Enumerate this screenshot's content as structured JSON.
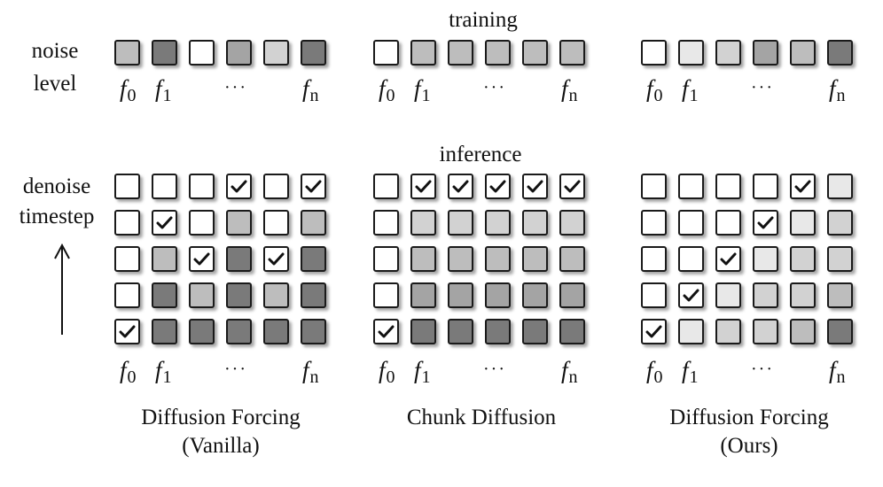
{
  "labels": {
    "noise_level_line1": "noise",
    "noise_level_line2": "level",
    "denoise_line1": "denoise",
    "denoise_line2": "timestep",
    "training": "training",
    "inference": "inference"
  },
  "colors": {
    "white": "#ffffff",
    "light": "#e8e8e8",
    "lightmid": "#d2d2d2",
    "mid": "#bdbdbd",
    "midDark": "#a4a4a4",
    "dark": "#7a7a7a"
  },
  "frame_labels": {
    "first": "f",
    "first_sub": "0",
    "second": "f",
    "second_sub": "1",
    "ellipsis": "···",
    "last": "f",
    "last_sub": "n"
  },
  "panels": [
    {
      "caption_line1": "Diffusion Forcing",
      "caption_line2": "(Vanilla)",
      "training_row": [
        "mid",
        "dark",
        "white",
        "midDark",
        "lightmid",
        "dark"
      ],
      "inference_grid": [
        [
          [
            "white",
            0
          ],
          [
            "white",
            0
          ],
          [
            "white",
            0
          ],
          [
            "white",
            1
          ],
          [
            "white",
            0
          ],
          [
            "white",
            1
          ]
        ],
        [
          [
            "white",
            0
          ],
          [
            "white",
            1
          ],
          [
            "white",
            0
          ],
          [
            "mid",
            0
          ],
          [
            "white",
            0
          ],
          [
            "mid",
            0
          ]
        ],
        [
          [
            "white",
            0
          ],
          [
            "mid",
            0
          ],
          [
            "white",
            1
          ],
          [
            "dark",
            0
          ],
          [
            "white",
            1
          ],
          [
            "dark",
            0
          ]
        ],
        [
          [
            "white",
            0
          ],
          [
            "dark",
            0
          ],
          [
            "mid",
            0
          ],
          [
            "dark",
            0
          ],
          [
            "mid",
            0
          ],
          [
            "dark",
            0
          ]
        ],
        [
          [
            "white",
            1
          ],
          [
            "dark",
            0
          ],
          [
            "dark",
            0
          ],
          [
            "dark",
            0
          ],
          [
            "dark",
            0
          ],
          [
            "dark",
            0
          ]
        ]
      ]
    },
    {
      "caption_line1": "Chunk Diffusion",
      "caption_line2": "",
      "training_row": [
        "white",
        "mid",
        "mid",
        "mid",
        "mid",
        "mid"
      ],
      "inference_grid": [
        [
          [
            "white",
            0
          ],
          [
            "white",
            1
          ],
          [
            "white",
            1
          ],
          [
            "white",
            1
          ],
          [
            "white",
            1
          ],
          [
            "white",
            1
          ]
        ],
        [
          [
            "white",
            0
          ],
          [
            "lightmid",
            0
          ],
          [
            "lightmid",
            0
          ],
          [
            "lightmid",
            0
          ],
          [
            "lightmid",
            0
          ],
          [
            "lightmid",
            0
          ]
        ],
        [
          [
            "white",
            0
          ],
          [
            "mid",
            0
          ],
          [
            "mid",
            0
          ],
          [
            "mid",
            0
          ],
          [
            "mid",
            0
          ],
          [
            "mid",
            0
          ]
        ],
        [
          [
            "white",
            0
          ],
          [
            "midDark",
            0
          ],
          [
            "midDark",
            0
          ],
          [
            "midDark",
            0
          ],
          [
            "midDark",
            0
          ],
          [
            "midDark",
            0
          ]
        ],
        [
          [
            "white",
            1
          ],
          [
            "dark",
            0
          ],
          [
            "dark",
            0
          ],
          [
            "dark",
            0
          ],
          [
            "dark",
            0
          ],
          [
            "dark",
            0
          ]
        ]
      ]
    },
    {
      "caption_line1": "Diffusion Forcing",
      "caption_line2": "(Ours)",
      "training_row": [
        "white",
        "light",
        "lightmid",
        "midDark",
        "mid",
        "dark"
      ],
      "inference_grid": [
        [
          [
            "white",
            0
          ],
          [
            "white",
            0
          ],
          [
            "white",
            0
          ],
          [
            "white",
            0
          ],
          [
            "white",
            1
          ],
          [
            "light",
            0
          ]
        ],
        [
          [
            "white",
            0
          ],
          [
            "white",
            0
          ],
          [
            "white",
            0
          ],
          [
            "white",
            1
          ],
          [
            "light",
            0
          ],
          [
            "lightmid",
            0
          ]
        ],
        [
          [
            "white",
            0
          ],
          [
            "white",
            0
          ],
          [
            "white",
            1
          ],
          [
            "light",
            0
          ],
          [
            "lightmid",
            0
          ],
          [
            "lightmid",
            0
          ]
        ],
        [
          [
            "white",
            0
          ],
          [
            "white",
            1
          ],
          [
            "light",
            0
          ],
          [
            "lightmid",
            0
          ],
          [
            "lightmid",
            0
          ],
          [
            "mid",
            0
          ]
        ],
        [
          [
            "white",
            1
          ],
          [
            "light",
            0
          ],
          [
            "lightmid",
            0
          ],
          [
            "lightmid",
            0
          ],
          [
            "mid",
            0
          ],
          [
            "dark",
            0
          ]
        ]
      ]
    }
  ]
}
